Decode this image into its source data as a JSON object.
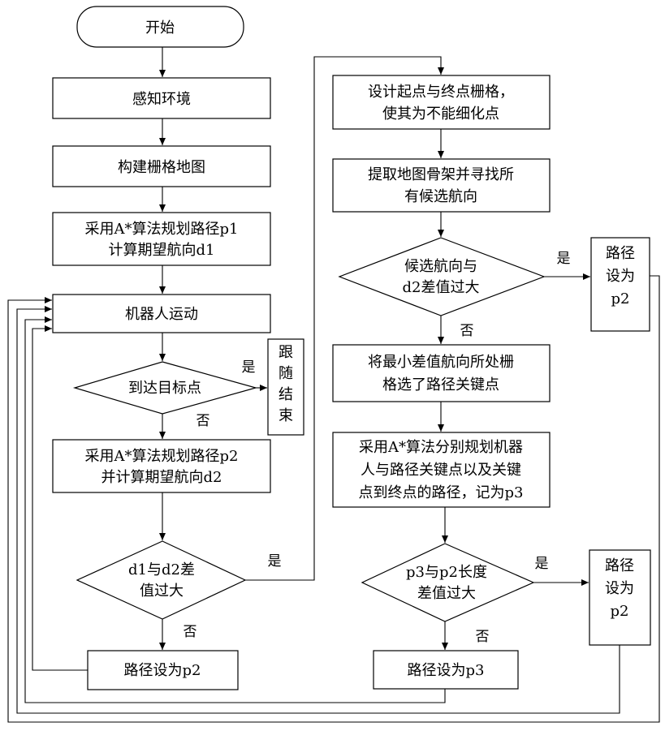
{
  "nodes": {
    "start": "开始",
    "sense": "感知环境",
    "build_map": "构建栅格地图",
    "plan_p1": [
      "采用A*算法规划路径p1",
      "计算期望航向d1"
    ],
    "robot_move": "机器人运动",
    "reach_target": "到达目标点",
    "follow_end": [
      "跟",
      "随",
      "结",
      "束"
    ],
    "plan_p2": [
      "采用A*算法规划路径p2",
      "并计算期望航向d2"
    ],
    "d1_d2_diff": [
      "d1与d2差",
      "值过大"
    ],
    "path_p2_left": "路径设为p2",
    "design_grid": [
      "设计起点与终点栅格，",
      "使其为不能细化点"
    ],
    "extract_skeleton": [
      "提取地图骨架并寻找所",
      "有候选航向"
    ],
    "candidate_diff": [
      "候选航向与",
      "d2差值过大"
    ],
    "path_p2_top": [
      "路径",
      "设为",
      "p2"
    ],
    "select_key": [
      "将最小差值航向所处栅",
      "格选了路径关键点"
    ],
    "plan_p3": [
      "采用A*算法分别规划机器",
      "人与路径关键点以及关键",
      "点到终点的路径，记为p3"
    ],
    "p3_p2_diff": [
      "p3与p2长度",
      "差值过大"
    ],
    "path_p2_right": [
      "路径",
      "设为",
      "p2"
    ],
    "path_p3": "路径设为p3"
  },
  "edge_labels": {
    "reach_yes": "是",
    "reach_no": "否",
    "d1d2_yes": "是",
    "d1d2_no": "否",
    "cand_yes": "是",
    "cand_no": "否",
    "p3_yes": "是",
    "p3_no": "否"
  }
}
